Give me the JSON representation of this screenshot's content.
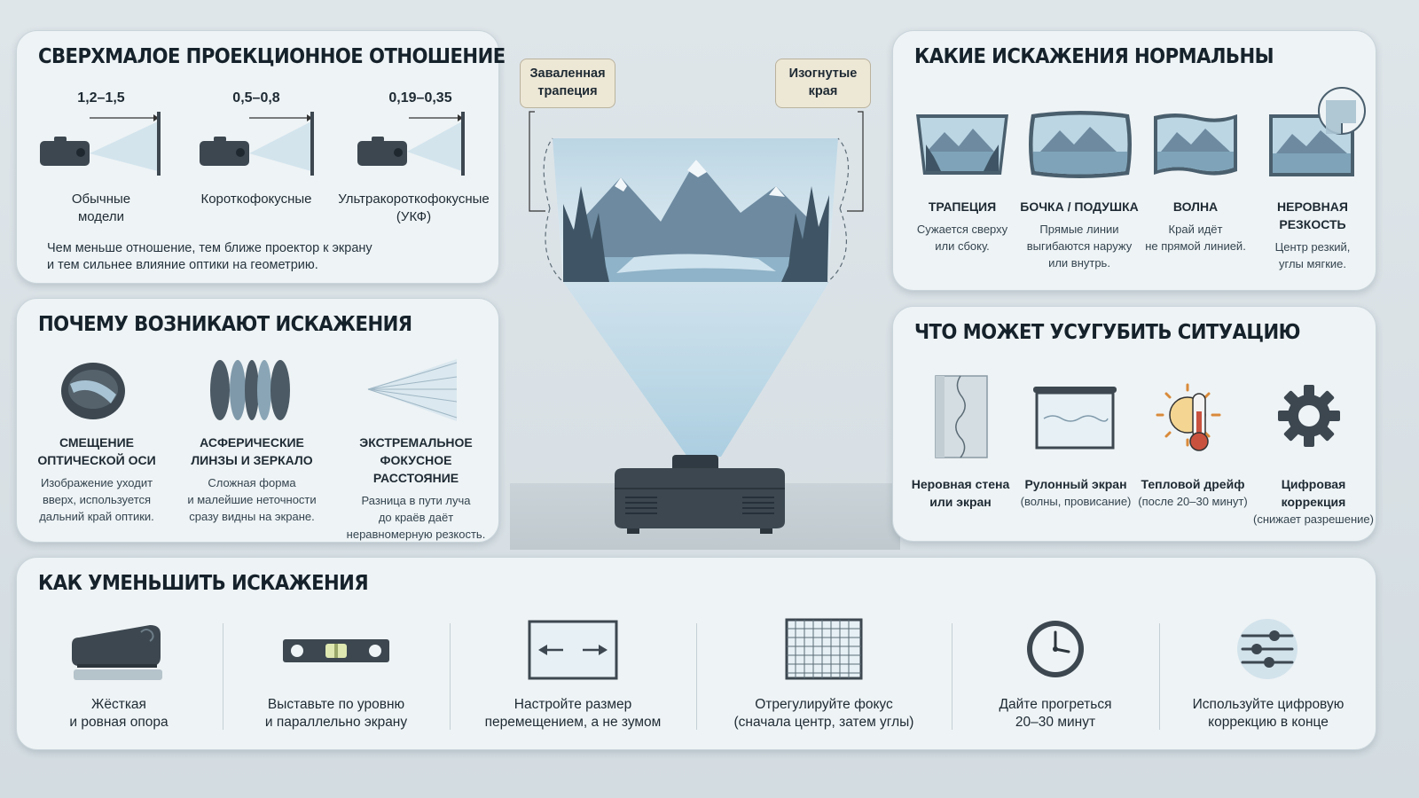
{
  "ratio_panel": {
    "title": "СВЕРХМАЛОЕ ПРОЕКЦИОННОЕ ОТНОШЕНИЕ",
    "items": [
      {
        "ratio": "1,2–1,5",
        "label_line1": "Обычные",
        "label_line2": "модели"
      },
      {
        "ratio": "0,5–0,8",
        "label_line1": "Короткофокусные",
        "label_line2": ""
      },
      {
        "ratio": "0,19–0,35",
        "label_line1": "Ультракороткофокусные",
        "label_line2": "(УКФ)"
      }
    ],
    "note_line1": "Чем меньше отношение, тем ближе проектор к экрану",
    "note_line2": "и тем сильнее влияние оптики на геометрию."
  },
  "causes_panel": {
    "title": "ПОЧЕМУ ВОЗНИКАЮТ ИСКАЖЕНИЯ",
    "items": [
      {
        "icon": "offset-lens-icon",
        "title_line1": "СМЕЩЕНИЕ",
        "title_line2": "ОПТИЧЕСКОЙ ОСИ",
        "desc_line1": "Изображение уходит",
        "desc_line2": "вверх, используется",
        "desc_line3": "дальний край оптики."
      },
      {
        "icon": "aspheric-lenses-icon",
        "title_line1": "АСФЕРИЧЕСКИЕ",
        "title_line2": "ЛИНЗЫ И ЗЕРКАЛО",
        "desc_line1": "Сложная форма",
        "desc_line2": "и малейшие неточности",
        "desc_line3": "сразу видны на экране."
      },
      {
        "icon": "focal-beam-icon",
        "title_line1": "ЭКСТРЕМАЛЬНОЕ",
        "title_line2": "ФОКУСНОЕ РАССТОЯНИЕ",
        "desc_line1": "Разница в пути луча",
        "desc_line2": "до краёв даёт",
        "desc_line3": "неравномерную резкость."
      }
    ]
  },
  "center": {
    "callout_left_line1": "Заваленная",
    "callout_left_line2": "трапеция",
    "callout_right_line1": "Изогнутые",
    "callout_right_line2": "края"
  },
  "normal_panel": {
    "title": "КАКИЕ ИСКАЖЕНИЯ НОРМАЛЬНЫ",
    "items": [
      {
        "icon": "trapezoid-image-icon",
        "title": "ТРАПЕЦИЯ",
        "desc_line1": "Сужается сверху",
        "desc_line2": "или сбоку.",
        "desc_line3": ""
      },
      {
        "icon": "barrel-image-icon",
        "title": "БОЧКА / ПОДУШКА",
        "desc_line1": "Прямые линии",
        "desc_line2": "выгибаются наружу",
        "desc_line3": "или внутрь."
      },
      {
        "icon": "wave-image-icon",
        "title": "ВОЛНА",
        "desc_line1": "Край идёт",
        "desc_line2": "не прямой линией.",
        "desc_line3": ""
      },
      {
        "icon": "soft-corner-image-icon",
        "title": "НЕРОВНАЯ РЕЗКОСТЬ",
        "desc_line1": "Центр резкий,",
        "desc_line2": "углы мягкие.",
        "desc_line3": ""
      }
    ]
  },
  "worse_panel": {
    "title": "ЧТО МОЖЕТ УСУГУБИТЬ СИТУАЦИЮ",
    "items": [
      {
        "icon": "uneven-wall-icon",
        "title_line1": "Неровная стена",
        "title_line2": "или экран",
        "sub": ""
      },
      {
        "icon": "roll-screen-icon",
        "title_line1": "Рулонный экран",
        "title_line2": "",
        "sub": "(волны, провисание)"
      },
      {
        "icon": "thermometer-sun-icon",
        "title_line1": "Тепловой дрейф",
        "title_line2": "",
        "sub": "(после 20–30 минут)"
      },
      {
        "icon": "gear-icon",
        "title_line1": "Цифровая коррекция",
        "title_line2": "",
        "sub": "(снижает разрешение)"
      }
    ]
  },
  "reduce_panel": {
    "title": "КАК УМЕНЬШИТЬ ИСКАЖЕНИЯ",
    "items": [
      {
        "icon": "projector-stand-icon",
        "line1": "Жёсткая",
        "line2": "и ровная опора"
      },
      {
        "icon": "spirit-level-icon",
        "line1": "Выставьте по уровню",
        "line2": "и параллельно экрану"
      },
      {
        "icon": "move-arrows-screen-icon",
        "line1": "Настройте размер",
        "line2": "перемещением, а не зумом"
      },
      {
        "icon": "focus-grid-icon",
        "line1": "Отрегулируйте фокус",
        "line2": "(сначала центр, затем углы)"
      },
      {
        "icon": "clock-icon",
        "line1": "Дайте прогреться",
        "line2": "20–30 минут"
      },
      {
        "icon": "sliders-icon",
        "line1": "Используйте цифровую",
        "line2": "коррекцию в конце"
      }
    ]
  },
  "colors": {
    "accent": "#4f6b7d",
    "dark_device": "#3c4750",
    "beam": "#b8d6e6",
    "panel": "#eef3f5"
  }
}
